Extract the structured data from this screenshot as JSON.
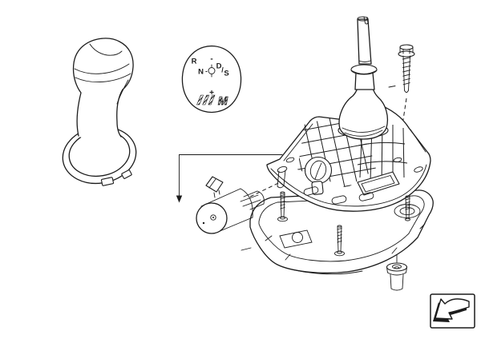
{
  "page": {
    "background": "#ffffff",
    "line_color": "#1c1c1c"
  },
  "emblem": {
    "position_r": "R",
    "position_n": "N",
    "gate_dash": "-",
    "position_d": "D",
    "gate_slash": "/",
    "position_s": "S",
    "shift_minus": "-",
    "shift_plus": "+",
    "m_logo": "M"
  },
  "icons": {
    "back_arrow_icon": "↙"
  }
}
